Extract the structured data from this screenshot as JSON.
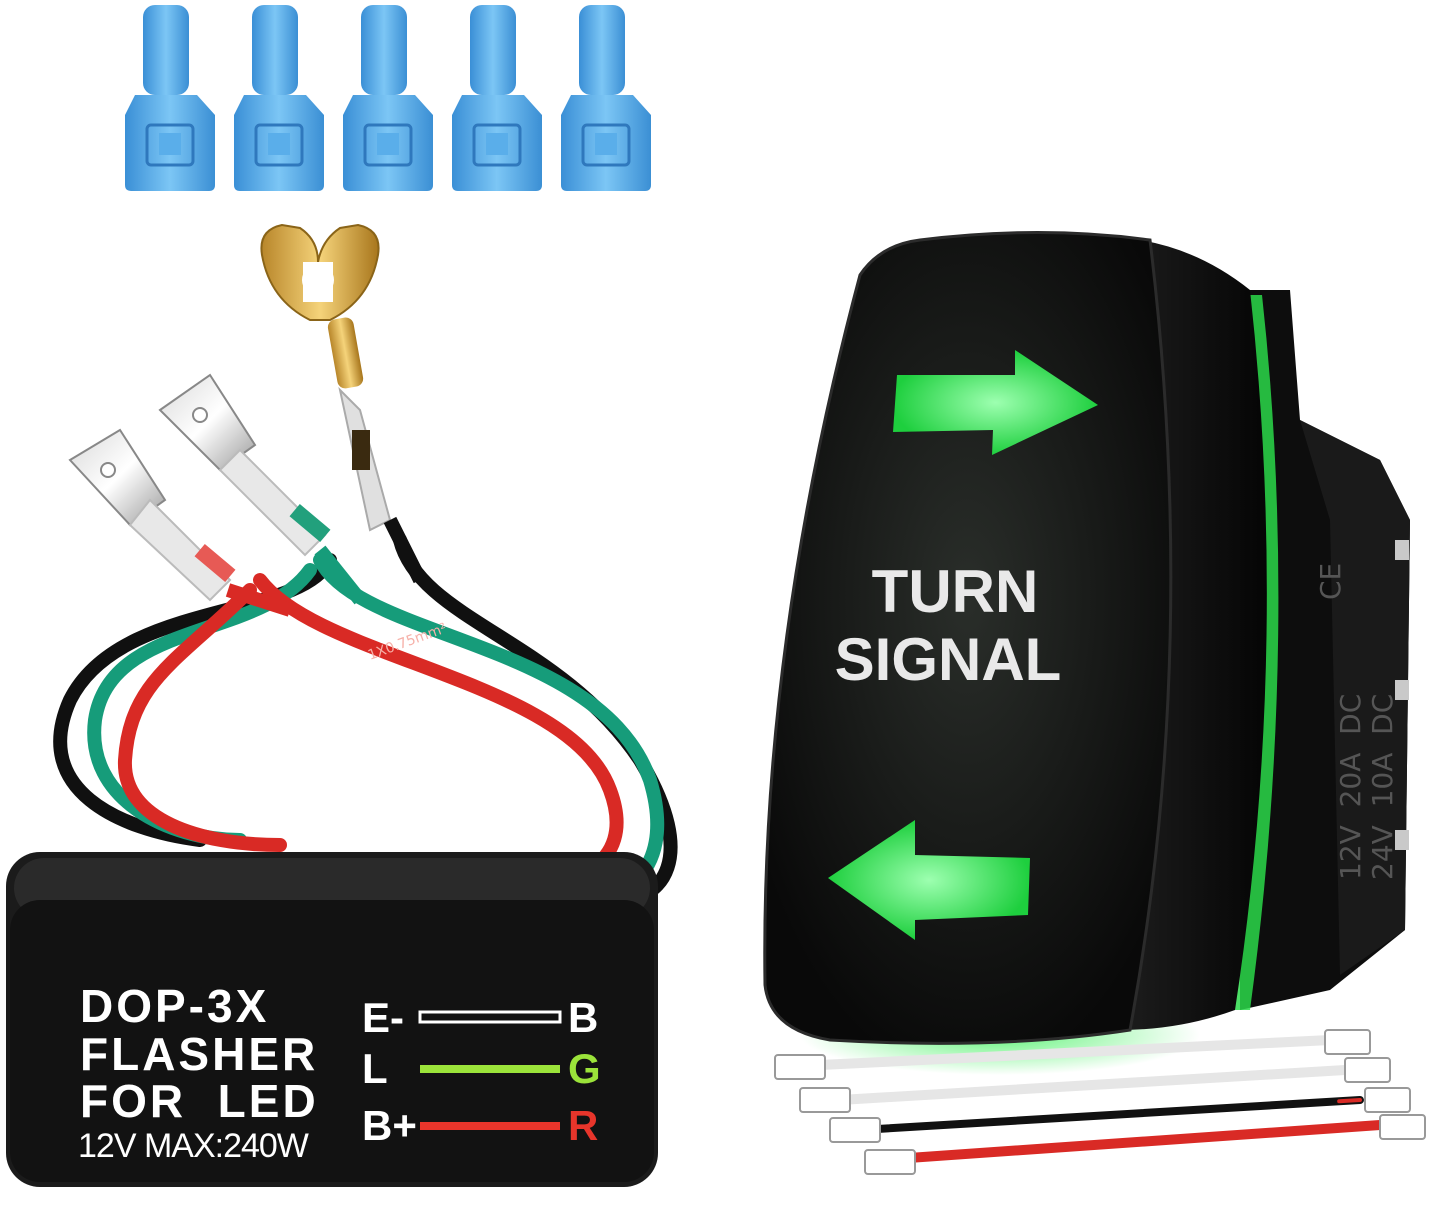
{
  "switch_label": {
    "line1": "TURN",
    "line2": "SIGNAL"
  },
  "switch_side_text": {
    "mark": "CE",
    "rating_line1": "12V  20A  DC",
    "rating_line2": "24V  10A  DC"
  },
  "flasher_label": {
    "line1": "DOP-3X",
    "line2": "FLASHER",
    "line3": "FOR  LED",
    "line4": "12V MAX:240W"
  },
  "wire_legend": [
    {
      "left": "E-",
      "right": "B",
      "color": "#ffffff"
    },
    {
      "left": "L",
      "right": "G",
      "color": "#9be33a"
    },
    {
      "left": "B+",
      "right": "R",
      "color": "#e8352b"
    }
  ],
  "wire_print": "1X0.75mm²",
  "colors": {
    "switch_glow": "#2bd94a",
    "connector_blue": "#4fa8e8",
    "body_black": "#111111"
  }
}
